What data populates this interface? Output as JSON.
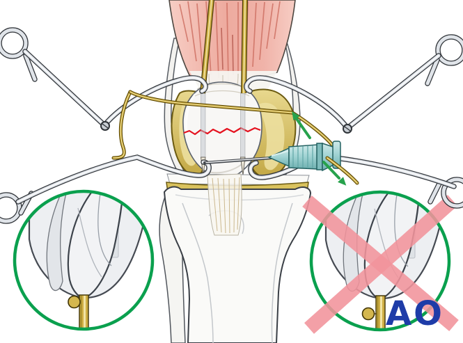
{
  "logo": {
    "text": "AO"
  },
  "colors": {
    "background": "#ffffff",
    "muscle-pink": "#f0b3a9",
    "muscle-stripe": "#cf7265",
    "bone-fill": "#fafaf8",
    "bone-outline": "#3a3f46",
    "cartilage-gold": "#d9c25e",
    "cartilage-dark": "#6b5a10",
    "wire-gold": "#c7a73d",
    "wire-dark": "#574400",
    "wire-highlight": "#efe09a",
    "steel-light": "#e0e4e9",
    "steel-dark": "#2f3338",
    "needle-teal": "#9ed2d2",
    "needle-teal-dark": "#226060",
    "fracture-red": "#e5121f",
    "arrow-green": "#27a24c",
    "ring-green": "#0aa04e",
    "cross-red": "#f2949c",
    "logo-blue": "#1e3ca8"
  },
  "insets": {
    "left": {
      "marker": "green-circle",
      "shows": "wire-ball-touching-patellar-apex"
    },
    "right": {
      "marker": "green-circle-with-red-cross",
      "shows": "wire-ball-away-from-patellar-apex"
    }
  }
}
